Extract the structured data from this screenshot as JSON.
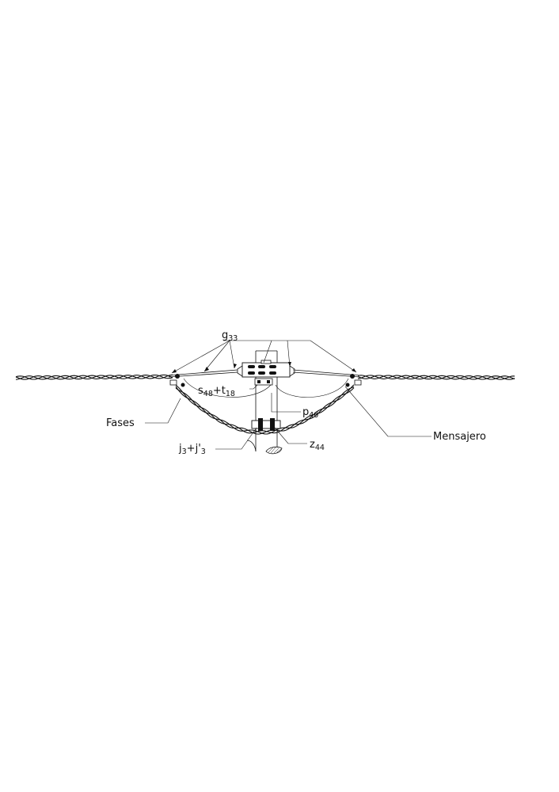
{
  "labels": {
    "g33": {
      "base": "g",
      "sub": "33"
    },
    "s48_t18": {
      "base1": "s",
      "sub1": "48",
      "plus": "+",
      "base2": "t",
      "sub2": "18"
    },
    "p40": {
      "base": "p",
      "sub": "40"
    },
    "fases": "Fases",
    "mensajero": "Mensajero",
    "j3": {
      "base1": "j",
      "sub1": "3",
      "plus": "+",
      "base2": "j'",
      "sub2": "3"
    },
    "z44": {
      "base": "z",
      "sub": "44"
    }
  }
}
